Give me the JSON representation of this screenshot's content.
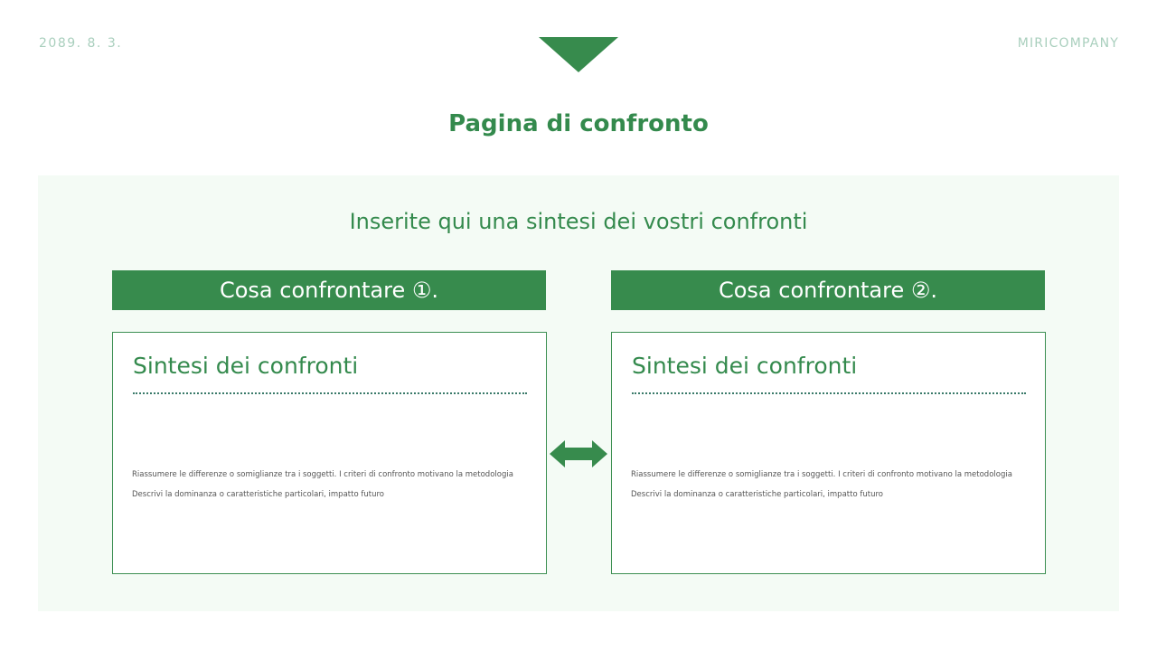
{
  "header": {
    "date": "2089. 8. 3.",
    "company": "MIRICOMPANY"
  },
  "title": "Pagina di confronto",
  "subtitle": "Inserite qui una sintesi dei vostri confronti",
  "comparisons": [
    {
      "header": "Cosa confrontare ①.",
      "card_title": "Sintesi dei confronti",
      "lines": [
        "Riassumere le differenze o somiglianze tra i soggetti. I criteri di confronto motivano la metodologia",
        "Descrivi la dominanza o caratteristiche particolari, impatto futuro"
      ]
    },
    {
      "header": "Cosa confrontare ②.",
      "card_title": "Sintesi dei confronti",
      "lines": [
        "Riassumere le differenze o somiglianze tra i soggetti. I criteri di confronto motivano la metodologia",
        "Descrivi la dominanza o caratteristiche particolari, impatto futuro"
      ]
    }
  ],
  "icons": {
    "top_marker": "triangle-down-icon",
    "compare": "double-arrow-icon"
  },
  "colors": {
    "accent": "#378b4d",
    "panel_bg": "#f4fbf5",
    "muted_text": "#a9cfbd"
  }
}
